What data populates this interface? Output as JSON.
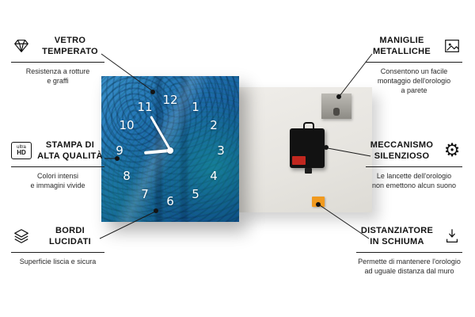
{
  "callouts": {
    "vetro": {
      "title": "VETRO\nTEMPERATO",
      "subtitle": "Resistenza a rotture\ne graffi"
    },
    "stampa": {
      "title": "STAMPA DI\nALTA QUALITÀ",
      "subtitle": "Colori intensi\ne immagini vivide",
      "icon_top": "ultra",
      "icon_bottom": "HD"
    },
    "bordi": {
      "title": "BORDI\nLUCIDATI",
      "subtitle": "Superficie liscia e sicura"
    },
    "maniglie": {
      "title": "MANIGLIE\nMETALLICHE",
      "subtitle": "Consentono un facile\nmontaggio dell'orologio\na parete"
    },
    "meccanismo": {
      "title": "MECCANISMO\nSILENZIOSO",
      "subtitle": "Le lancette dell'orologio\nnon emettono alcun suono"
    },
    "distanziatore": {
      "title": "DISTANZIATORE\nIN SCHIUMA",
      "subtitle": "Permette di mantenere l'orologio\nad uguale distanza dal muro"
    }
  },
  "clock": {
    "numbers": [
      "12",
      "1",
      "2",
      "3",
      "4",
      "5",
      "6",
      "7",
      "8",
      "9",
      "10",
      "11"
    ]
  },
  "icons": {
    "gear": "⚙"
  },
  "colors": {
    "clock_blue": "#1d6aab",
    "teal_accent": "#1bbaa6",
    "foam_orange": "#f19a1f",
    "mechanism_black": "#121212",
    "back_panel": "#e6e4df"
  }
}
